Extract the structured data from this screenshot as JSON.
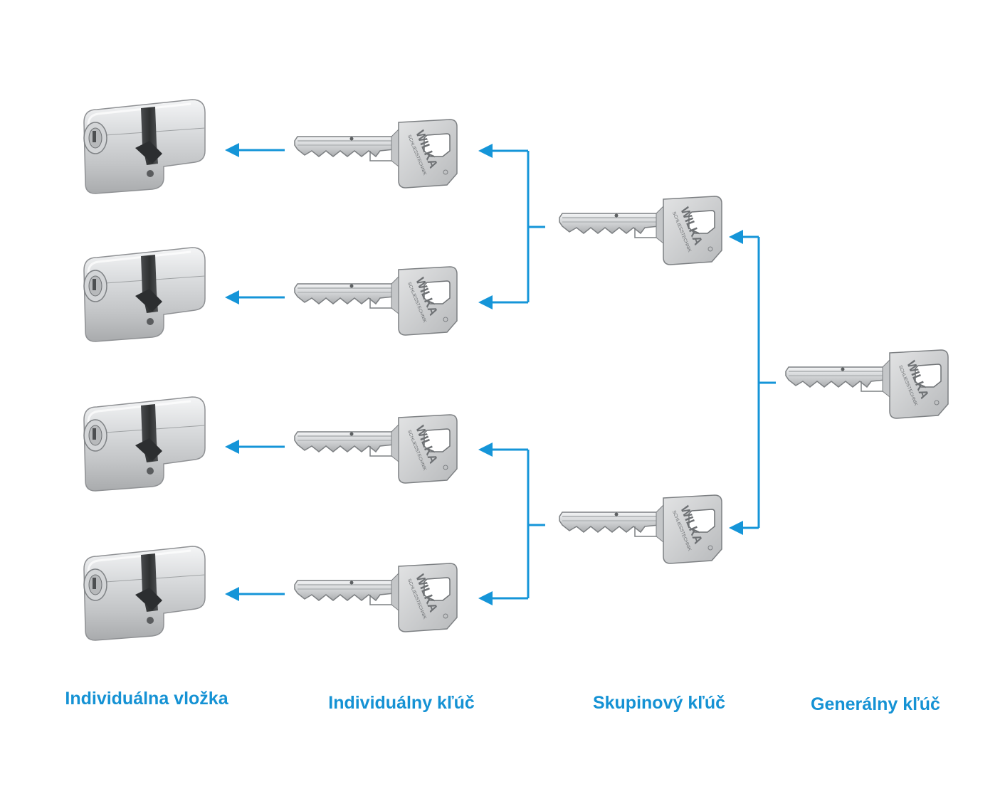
{
  "colors": {
    "arrow": "#1595d8",
    "label": "#1592d4",
    "metal": "#c9cbcd",
    "metal_dark": "#7d8083",
    "cam": "#3a3c3e"
  },
  "labels": {
    "cylinder": "Individuálna vložka",
    "individual_key": "Individuálny kľúč",
    "group_key": "Skupinový kľúč",
    "master_key": "Generálny kľúč"
  },
  "key_brand": {
    "name": "WILKA",
    "sub": "SCHLIESSTECHNIK"
  },
  "structure": {
    "cylinders": 4,
    "individual_keys": 4,
    "group_keys": 2,
    "master_keys": 1
  }
}
